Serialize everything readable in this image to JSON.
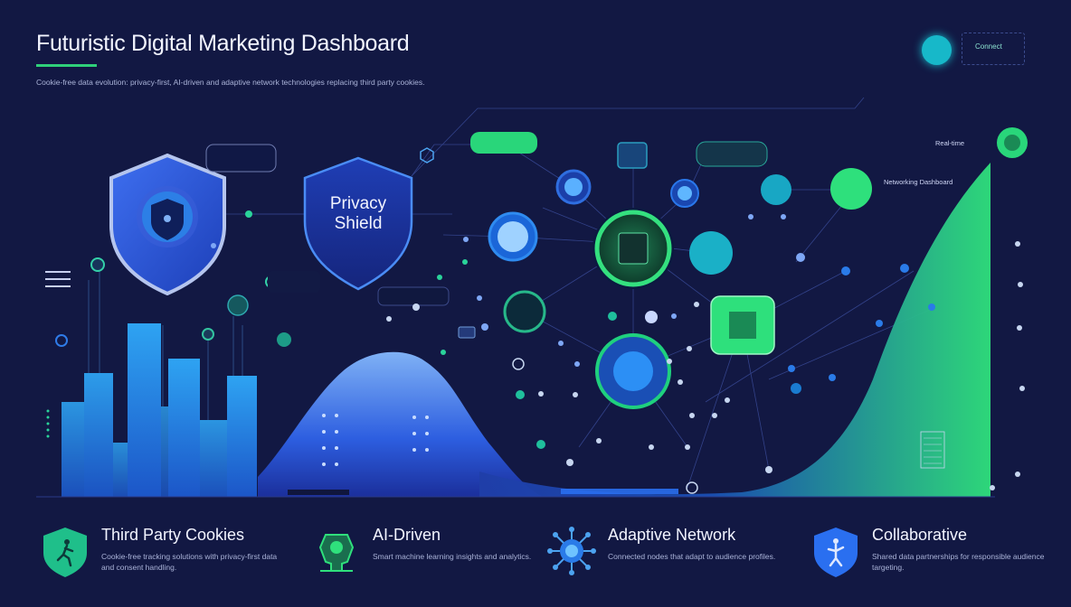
{
  "header": {
    "title": "Futuristic Digital Marketing Dashboard",
    "subtitle": "Cookie-free data evolution: privacy-first, AI-driven and adaptive network technologies replacing third party cookies.",
    "status_label": "Connect"
  },
  "shields": {
    "privacy_line1": "Privacy",
    "privacy_line2": "Shield"
  },
  "scene_labels": {
    "right_top": "Real-time",
    "right_network": "Networking Dashboard"
  },
  "features": [
    {
      "title": "Third Party Cookies",
      "desc": "Cookie-free tracking solutions with privacy-first data and consent handling.",
      "icon": "shield-runner-icon"
    },
    {
      "title": "AI-Driven",
      "desc": "Smart machine learning insights and analytics.",
      "icon": "ai-brain-icon"
    },
    {
      "title": "Adaptive Network",
      "desc": "Connected nodes that adapt to audience profiles.",
      "icon": "network-node-icon"
    },
    {
      "title": "Collaborative",
      "desc": "Shared data partnerships for responsible audience targeting.",
      "icon": "shield-figure-icon"
    }
  ],
  "colors": {
    "background": "#121843",
    "accent_green": "#2fd17a",
    "accent_blue": "#2a7be8",
    "accent_teal": "#17b8c9"
  }
}
